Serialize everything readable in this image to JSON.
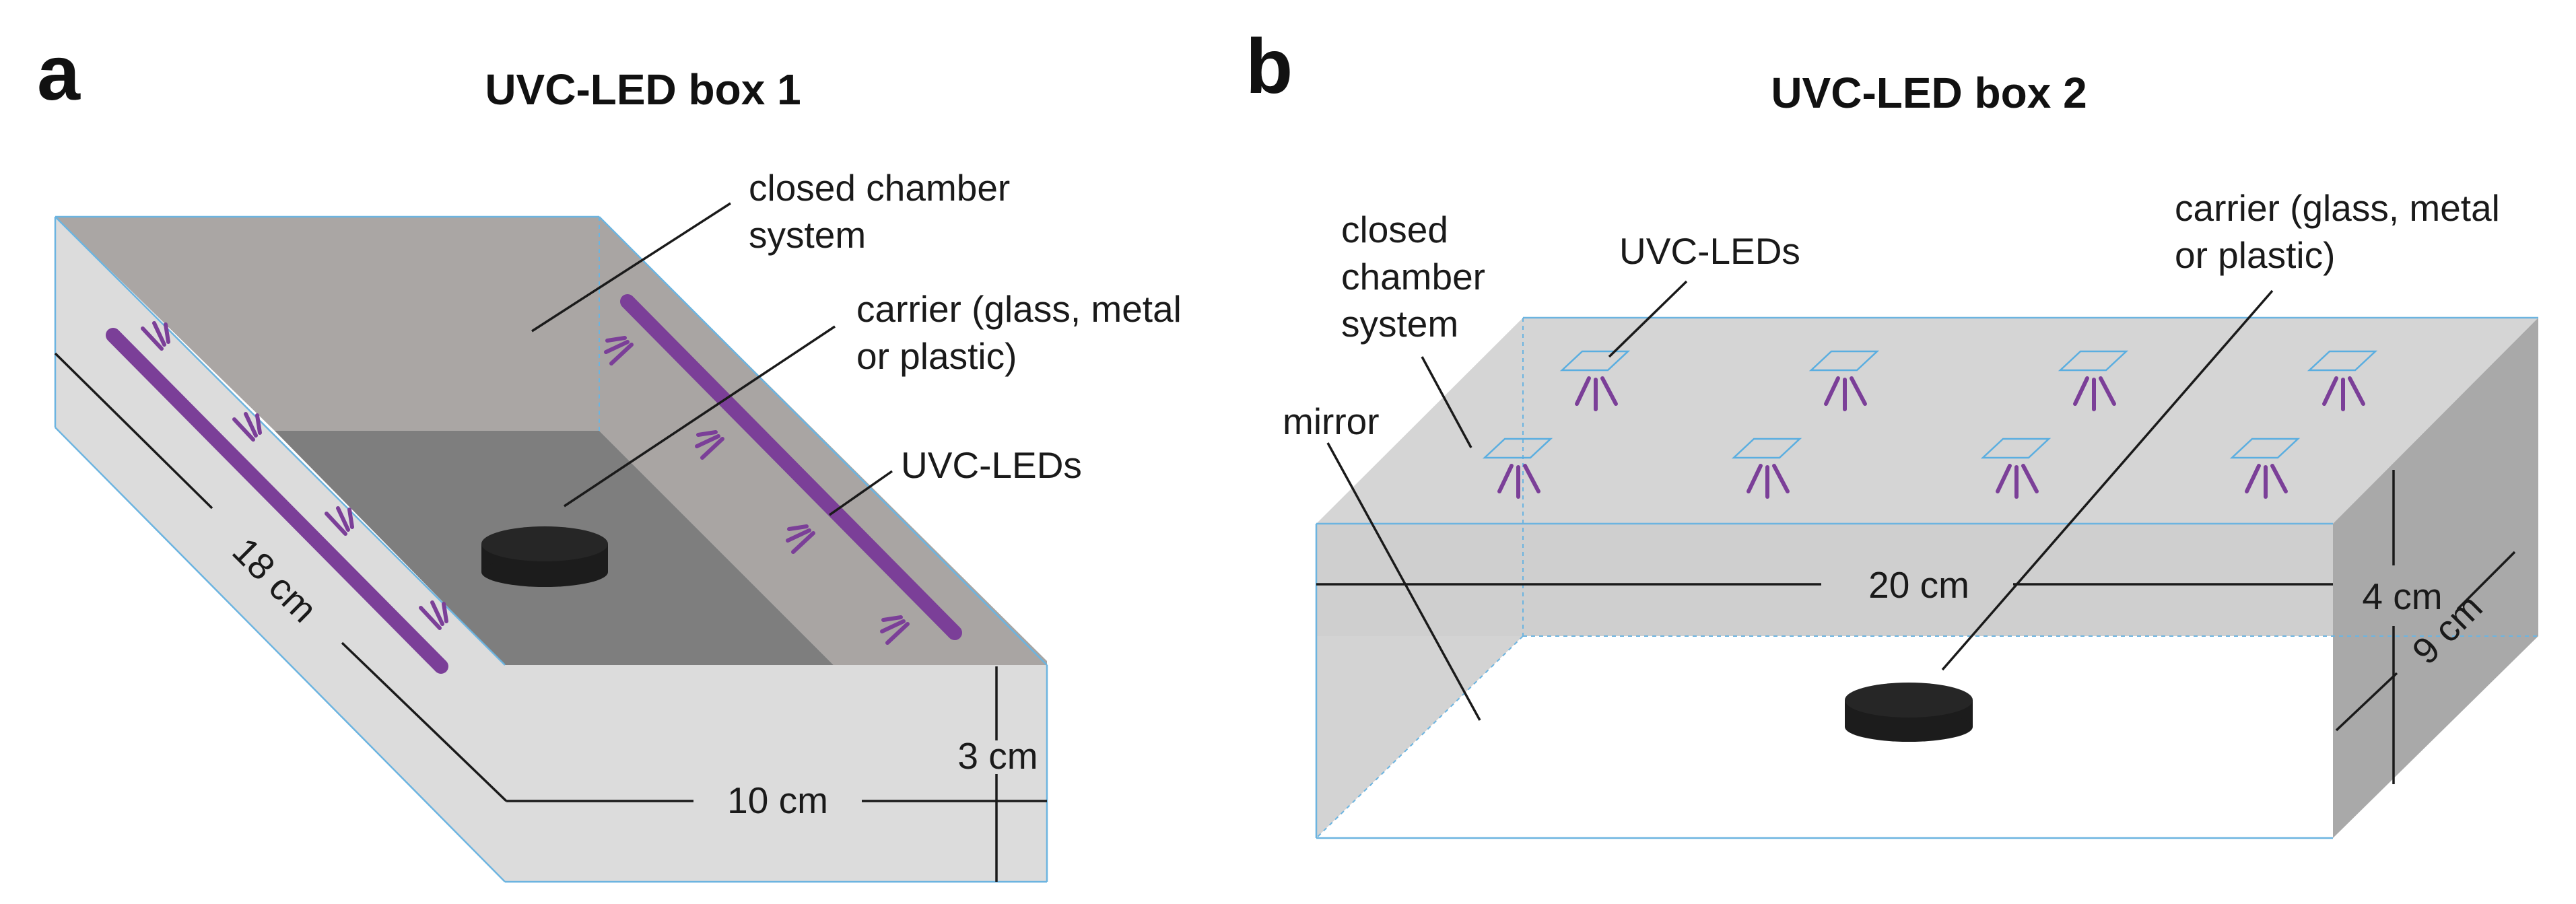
{
  "panel_a": {
    "letter": "a",
    "title": "UVC-LED box 1",
    "labels": {
      "closed_chamber_line1": "closed chamber",
      "closed_chamber_line2": "system",
      "carrier_line1": "carrier (glass, metal",
      "carrier_line2": "or plastic)",
      "uvc_leds": "UVC-LEDs",
      "length": "18 cm",
      "width": "10 cm",
      "height": "3 cm"
    }
  },
  "panel_b": {
    "letter": "b",
    "title": "UVC-LED box 2",
    "labels": {
      "closed_line1": "closed",
      "closed_line2": "chamber",
      "closed_line3": "system",
      "uvc_leds": "UVC-LEDs",
      "carrier_line1": "carrier (glass, metal",
      "carrier_line2": "or plastic)",
      "mirror": "mirror",
      "length": "20 cm",
      "height": "4 cm",
      "depth": "9 cm"
    }
  },
  "colors": {
    "led_purple": "#7b3f98",
    "edge_blue": "#6cb4e0",
    "wall_light": "#dcdcdc",
    "wall_mid": "#aaa6a4",
    "floor_dark": "#7e7e7e",
    "carrier_black": "#1c1c1c"
  }
}
